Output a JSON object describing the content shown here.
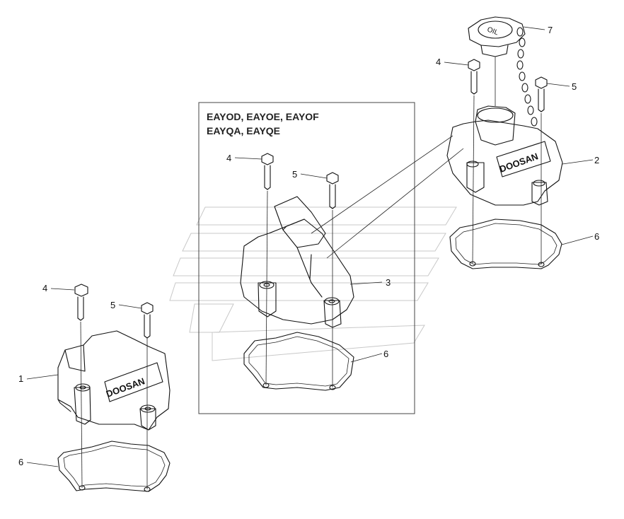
{
  "variant_box": {
    "line1": "EAYOD, EAYOE, EAYOF",
    "line2": "EAYQA, EAYQE"
  },
  "callouts": {
    "c1": "1",
    "c2": "2",
    "c3": "3",
    "c4a": "4",
    "c4b": "4",
    "c4c": "4",
    "c5a": "5",
    "c5b": "5",
    "c5c": "5",
    "c6a": "6",
    "c6b": "6",
    "c6c": "6",
    "c7": "7"
  },
  "logos": {
    "left": "DOOSAN",
    "right": "DOOSAN"
  },
  "oil_cap_text": "OIL"
}
